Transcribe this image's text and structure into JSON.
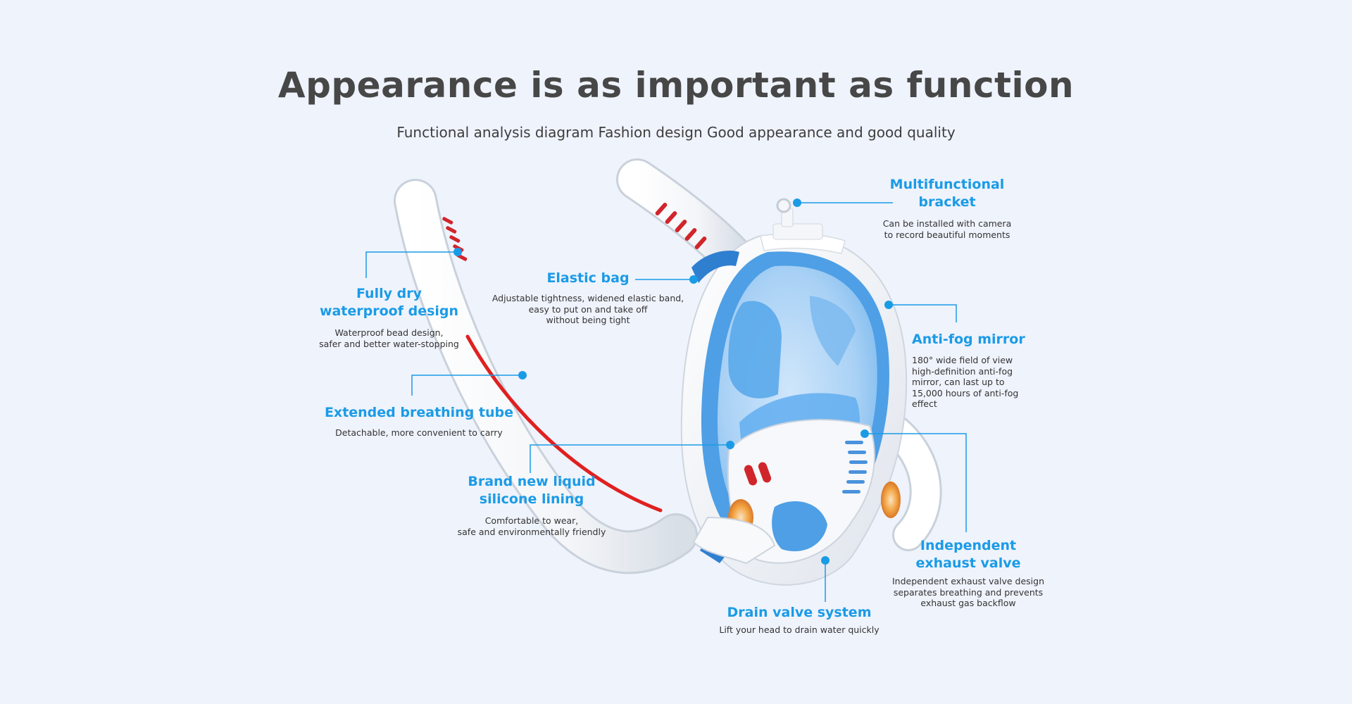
{
  "header": {
    "title": "Appearance is as important as function",
    "subtitle": "Functional analysis diagram Fashion design Good appearance and good quality"
  },
  "callouts": [
    {
      "id": "fully-dry",
      "title": "Fully dry\nwaterproof design",
      "desc": "Waterproof bead design,\nsafer and better water-stopping"
    },
    {
      "id": "elastic-bag",
      "title": "Elastic bag",
      "desc": "Adjustable tightness, widened elastic band,\neasy to put on and take off\nwithout being tight"
    },
    {
      "id": "bracket",
      "title": "Multifunctional\nbracket",
      "desc": "Can be installed with camera\nto record beautiful moments"
    },
    {
      "id": "anti-fog",
      "title": "Anti-fog mirror",
      "desc": "180° wide field of view\nhigh-definition anti-fog\nmirror, can last up to\n15,000 hours of anti-fog\neffect"
    },
    {
      "id": "breathing-tube",
      "title": "Extended breathing tube",
      "desc": "Detachable, more convenient to carry"
    },
    {
      "id": "silicone",
      "title": "Brand new liquid\nsilicone lining",
      "desc": "Comfortable to wear,\nsafe and environmentally friendly"
    },
    {
      "id": "exhaust",
      "title": "Independent\nexhaust valve",
      "desc": "Independent exhaust valve design\nseparates breathing and prevents\nexhaust gas backflow"
    },
    {
      "id": "drain",
      "title": "Drain valve system",
      "desc": "Lift your head to drain water quickly"
    }
  ],
  "colors": {
    "accent": "#1a9be6",
    "background": "#eff3fc",
    "heading": "#474747",
    "mask_blue": "#5aa8ea",
    "tube_red": "#e02020"
  }
}
